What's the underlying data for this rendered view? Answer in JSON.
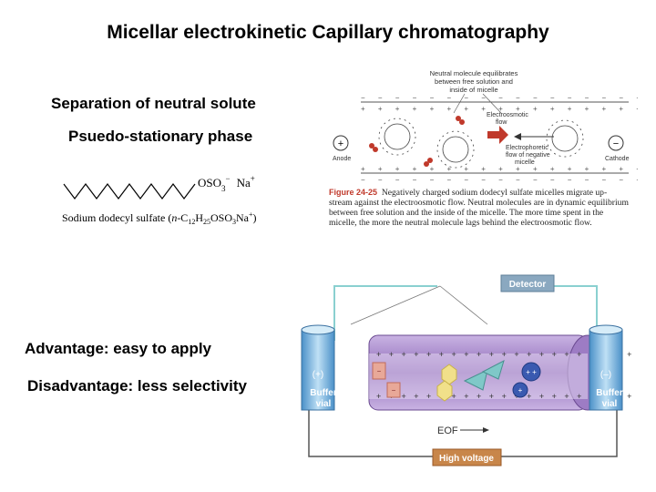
{
  "title": "Micellar electrokinetic Capillary chromatography",
  "points": {
    "separation": "Separation of neutral solute",
    "phase": "Psuedo-stationary phase",
    "advantage": "Advantage: easy to apply",
    "disadvantage": "Disadvantage: less selectivity"
  },
  "sds": {
    "head": "OSO",
    "counter": "Na",
    "name_prefix": "Sodium dodecyl sulfate (",
    "name_formula": "n-C12H25OSO3Na+)"
  },
  "figure": {
    "top_note": [
      "Neutral molecule equilibrates",
      "between free solution and",
      "inside of micelle"
    ],
    "eo_flow": [
      "Electroosmotic",
      "flow"
    ],
    "ep_flow": [
      "Electrophoretic",
      "flow of negative",
      "micelle"
    ],
    "anode": "Anode",
    "cathode": "Cathode",
    "caption_label": "Figure 24-25",
    "caption_text": "Negatively charged sodium dodecyl sulfate micelles migrate up-stream against the electroosmotic flow. Neutral molecules are in dynamic equilibrium between free solution and the inside of the micelle. The more time spent in the micelle, the more the neutral molecule lags behind the electroosmotic flow."
  },
  "apparatus": {
    "detector": "Detector",
    "high_voltage": "High voltage",
    "left_vial": [
      "(+)",
      "Buffer",
      "vial"
    ],
    "right_vial": [
      "(–)",
      "Buffer",
      "vial"
    ],
    "eof": "EOF"
  }
}
